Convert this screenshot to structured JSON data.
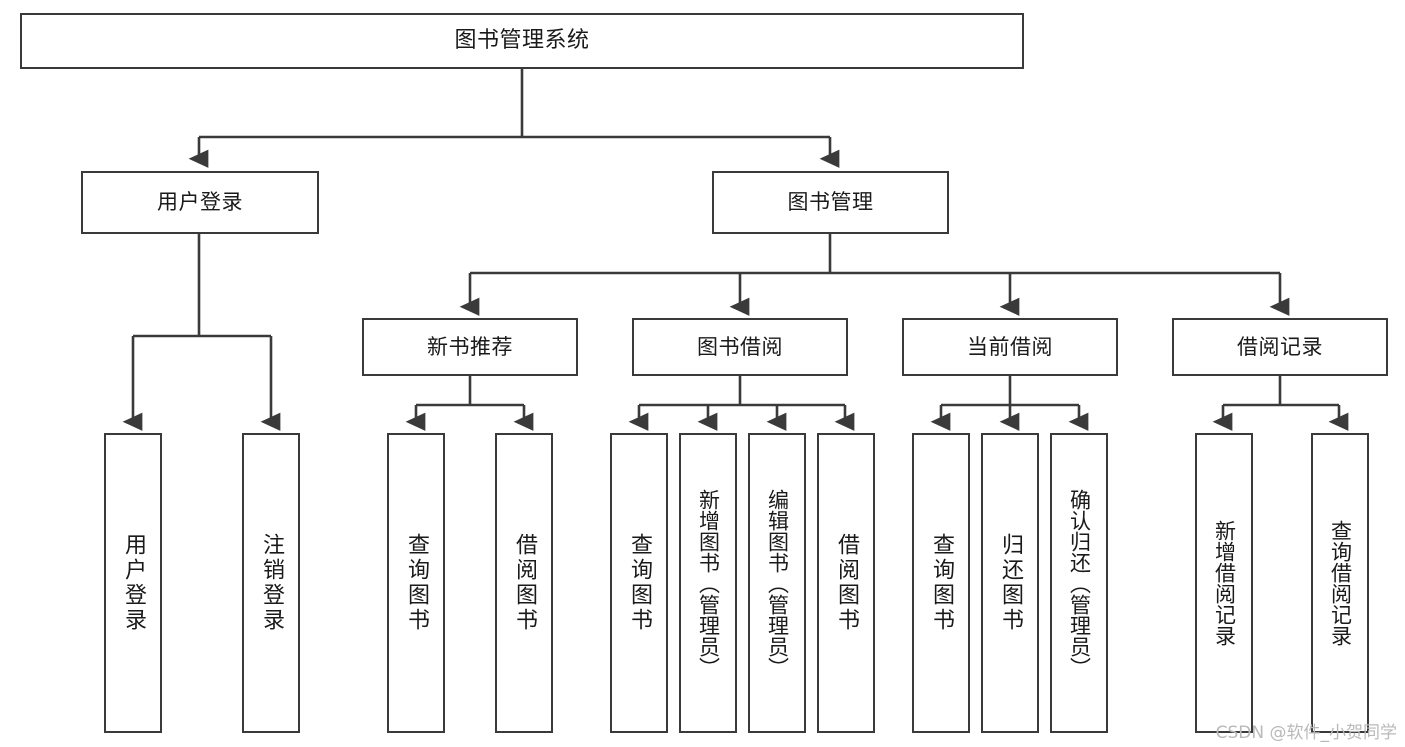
{
  "diagram": {
    "type": "tree-hierarchy",
    "title": "图书管理系统",
    "watermark": "CSDN @软件_小贺同学",
    "colors": {
      "background": "#ffffff",
      "node_border": "#3a3a3a",
      "node_fill": "#ffffff",
      "edge": "#3a3a3a",
      "text": "#1a1a1a",
      "watermark": "#b9b9b9"
    },
    "root": {
      "id": "root",
      "label": "图书管理系统"
    },
    "level2": [
      {
        "id": "user-login",
        "label": "用户登录"
      },
      {
        "id": "book-management",
        "label": "图书管理"
      }
    ],
    "level3": [
      {
        "id": "new-book-recommend",
        "label": "新书推荐",
        "parent": "book-management"
      },
      {
        "id": "book-borrow",
        "label": "图书借阅",
        "parent": "book-management"
      },
      {
        "id": "current-borrow",
        "label": "当前借阅",
        "parent": "book-management"
      },
      {
        "id": "borrow-record",
        "label": "借阅记录",
        "parent": "book-management"
      }
    ],
    "leaves": [
      {
        "id": "leaf-user-login",
        "label": "用户登录",
        "parent": "user-login"
      },
      {
        "id": "leaf-user-logout",
        "label": "注销登录",
        "parent": "user-login"
      },
      {
        "id": "leaf-query-book-1",
        "label": "查询图书",
        "parent": "new-book-recommend"
      },
      {
        "id": "leaf-borrow-book-1",
        "label": "借阅图书",
        "parent": "new-book-recommend"
      },
      {
        "id": "leaf-query-book-2",
        "label": "查询图书",
        "parent": "book-borrow"
      },
      {
        "id": "leaf-add-book",
        "label": "新增图书（管理员）",
        "parent": "book-borrow"
      },
      {
        "id": "leaf-edit-book",
        "label": "编辑图书（管理员）",
        "parent": "book-borrow"
      },
      {
        "id": "leaf-borrow-book-2",
        "label": "借阅图书",
        "parent": "book-borrow"
      },
      {
        "id": "leaf-query-book-3",
        "label": "查询图书",
        "parent": "current-borrow"
      },
      {
        "id": "leaf-return-book",
        "label": "归还图书",
        "parent": "current-borrow"
      },
      {
        "id": "leaf-confirm-return",
        "label": "确认归还（管理员）",
        "parent": "current-borrow"
      },
      {
        "id": "leaf-add-record",
        "label": "新增借阅记录",
        "parent": "borrow-record"
      },
      {
        "id": "leaf-query-record",
        "label": "查询借阅记录",
        "parent": "borrow-record"
      }
    ]
  }
}
